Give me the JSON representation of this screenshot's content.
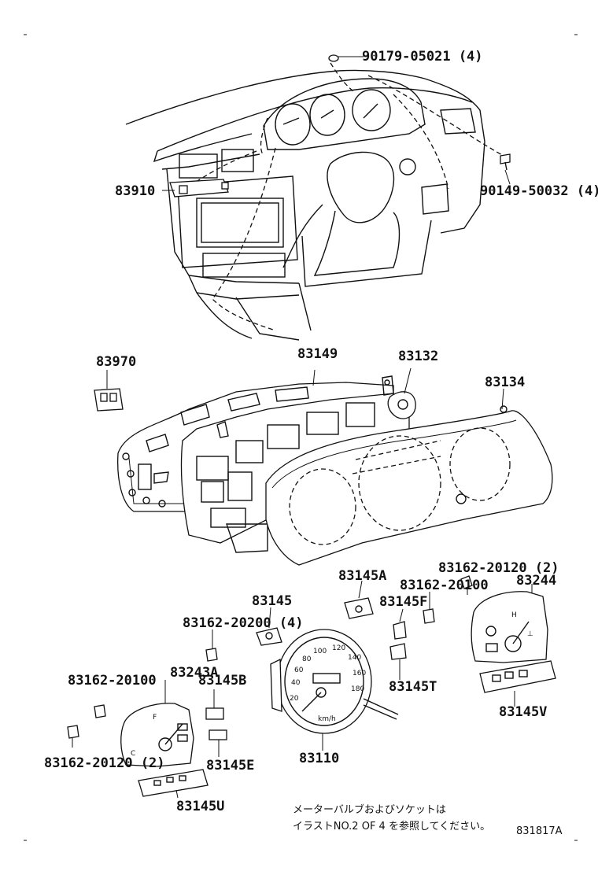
{
  "parts": {
    "p1": "90179-05021 (4)",
    "p2": "90149-50032 (4)",
    "p3": "83910",
    "p4": "83970",
    "p5": "83149",
    "p6": "83132",
    "p7": "83134",
    "p8": "83145A",
    "p9": "83162-20120 (2)",
    "p10": "83162-20100",
    "p11": "83244",
    "p12": "83145",
    "p13": "83145F",
    "p14": "83162-20200 (4)",
    "p15": "83162-20100",
    "p16": "83243A",
    "p17": "83145B",
    "p18": "83145T",
    "p19": "83145V",
    "p20": "83162-20120 (2)",
    "p21": "83110",
    "p22": "83145E",
    "p23": "83145U"
  },
  "note": {
    "line1": "メーターバルブおよびソケットは",
    "line2": "イラストNO.2 OF 4 を参照してください。"
  },
  "diagram_code": "831817A"
}
